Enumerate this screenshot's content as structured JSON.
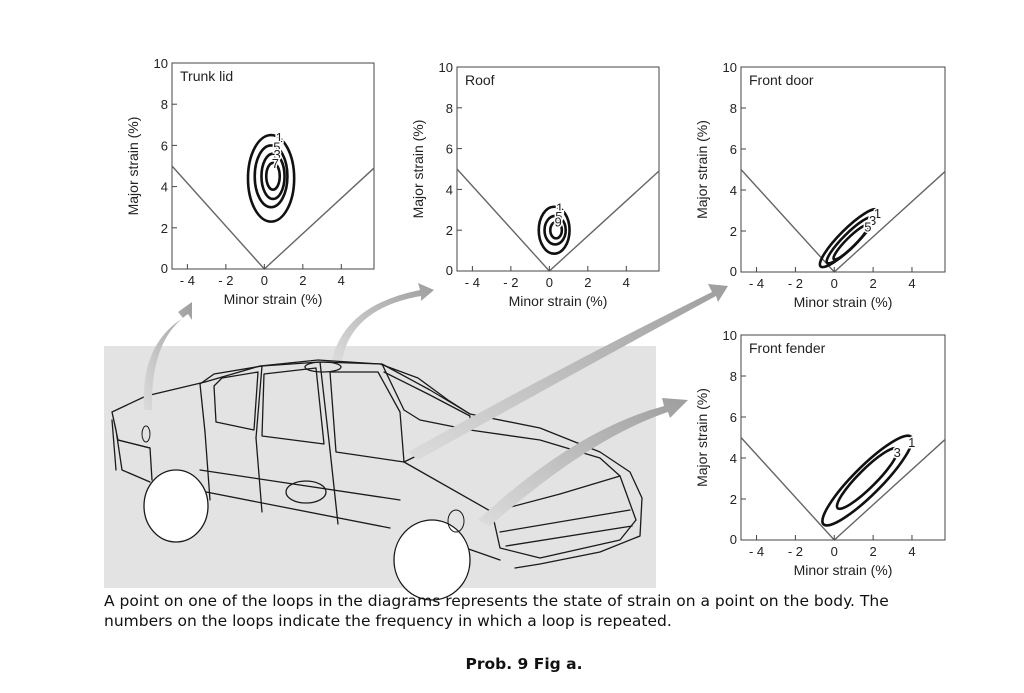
{
  "chart_data": [
    {
      "type": "line",
      "title": "Trunk lid",
      "xlabel": "Minor strain (%)",
      "ylabel": "Major strain (%)",
      "xlim": [
        -4.8,
        5.7
      ],
      "ylim": [
        0,
        10
      ],
      "xticks": [
        -4,
        -2,
        0,
        2,
        4
      ],
      "yticks": [
        0,
        2,
        4,
        6,
        8,
        10
      ],
      "xtick_labels": [
        "- 4",
        "- 2",
        "0",
        "2",
        "4"
      ],
      "ytick_labels": [
        "0",
        "2",
        "4",
        "6",
        "8",
        "10"
      ],
      "forming_limit": {
        "x": [
          -4.8,
          0,
          5.7
        ],
        "y": [
          5.0,
          0,
          4.9
        ]
      },
      "loops": [
        {
          "label": "1",
          "center": [
            0.35,
            4.4
          ],
          "rx": 1.2,
          "ry": 2.1
        },
        {
          "label": "5",
          "center": [
            0.35,
            4.5
          ],
          "rx": 0.85,
          "ry": 1.5
        },
        {
          "label": "3",
          "center": [
            0.45,
            4.5
          ],
          "rx": 0.6,
          "ry": 1.1
        },
        {
          "label": "7",
          "center": [
            0.45,
            4.5
          ],
          "rx": 0.35,
          "ry": 0.65
        }
      ]
    },
    {
      "type": "line",
      "title": "Roof",
      "xlabel": "Minor strain (%)",
      "ylabel": "Major strain (%)",
      "xlim": [
        -4.8,
        5.7
      ],
      "ylim": [
        0,
        10
      ],
      "xticks": [
        -4,
        -2,
        0,
        2,
        4
      ],
      "yticks": [
        0,
        2,
        4,
        6,
        8,
        10
      ],
      "xtick_labels": [
        "- 4",
        "- 2",
        "0",
        "2",
        "4"
      ],
      "ytick_labels": [
        "0",
        "2",
        "4",
        "6",
        "8",
        "10"
      ],
      "forming_limit": {
        "x": [
          -4.8,
          0,
          5.7
        ],
        "y": [
          5.0,
          0,
          4.9
        ]
      },
      "loops": [
        {
          "label": "1",
          "center": [
            0.25,
            2.0
          ],
          "rx": 0.8,
          "ry": 1.15
        },
        {
          "label": "5",
          "center": [
            0.3,
            2.0
          ],
          "rx": 0.55,
          "ry": 0.7
        },
        {
          "label": "9",
          "center": [
            0.35,
            2.0
          ],
          "rx": 0.3,
          "ry": 0.4
        }
      ]
    },
    {
      "type": "line",
      "title": "Front door",
      "xlabel": "Minor strain (%)",
      "ylabel": "Major strain (%)",
      "xlim": [
        -4.8,
        5.7
      ],
      "ylim": [
        0,
        10
      ],
      "xticks": [
        -4,
        -2,
        0,
        2,
        4
      ],
      "yticks": [
        0,
        2,
        4,
        6,
        8,
        10
      ],
      "xtick_labels": [
        "- 4",
        "- 2",
        "0",
        "2",
        "4"
      ],
      "ytick_labels": [
        "0",
        "2",
        "4",
        "6",
        "8",
        "10"
      ],
      "forming_limit": {
        "x": [
          -4.8,
          0,
          5.7
        ],
        "y": [
          5.0,
          0,
          4.9
        ]
      },
      "loops": [
        {
          "label": "1",
          "center": [
            0.75,
            1.65
          ],
          "rx": 0.45,
          "ry": 2.0,
          "tilt": 45
        },
        {
          "label": "3",
          "center": [
            0.8,
            1.55
          ],
          "rx": 0.34,
          "ry": 1.6,
          "tilt": 45
        },
        {
          "label": "5",
          "center": [
            0.85,
            1.45
          ],
          "rx": 0.24,
          "ry": 1.2,
          "tilt": 45
        }
      ]
    },
    {
      "type": "line",
      "title": "Front fender",
      "xlabel": "Minor strain (%)",
      "ylabel": "Major strain (%)",
      "xlim": [
        -4.8,
        5.7
      ],
      "ylim": [
        0,
        10
      ],
      "xticks": [
        -4,
        -2,
        0,
        2,
        4
      ],
      "yticks": [
        0,
        2,
        4,
        6,
        8,
        10
      ],
      "xtick_labels": [
        "- 4",
        "- 2",
        "0",
        "2",
        "4"
      ],
      "ytick_labels": [
        "0",
        "2",
        "4",
        "6",
        "8",
        "10"
      ],
      "forming_limit": {
        "x": [
          -4.8,
          0,
          5.7
        ],
        "y": [
          5.0,
          0,
          4.9
        ]
      },
      "loops": [
        {
          "label": "1",
          "center": [
            1.7,
            2.9
          ],
          "rx": 0.7,
          "ry": 3.1,
          "tilt": 45
        },
        {
          "label": "3",
          "center": [
            1.7,
            3.0
          ],
          "rx": 0.45,
          "ry": 2.1,
          "tilt": 45
        }
      ]
    }
  ],
  "caption": {
    "line1": "A point on one of the loops in the diagrams represents the state of strain on a point on the body. The",
    "line2": "numbers on the loops indicate the frequency in which a loop is repeated."
  },
  "figure_label": "Prob. 9 Fig a.",
  "colors": {
    "ink": "#111111",
    "limit_line": "#666666",
    "panel_bg": "#e3e3e3",
    "arrow": "#b0b0b0"
  }
}
